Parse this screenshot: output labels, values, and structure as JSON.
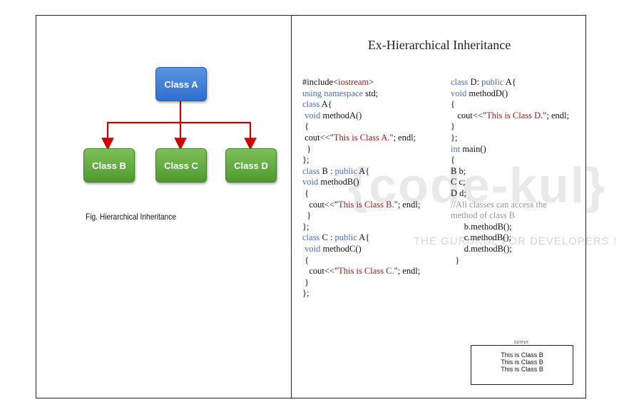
{
  "diagram": {
    "class_a": "Class A",
    "class_b": "Class B",
    "class_c": "Class C",
    "class_d": "Class D",
    "caption": "Fig. Hierarchical Inheritance",
    "colors": {
      "parent": "#3a7bd5",
      "child": "#5aa83a",
      "arrow": "#cc0000"
    }
  },
  "panel": {
    "title": "Ex-Hierarchical Inheritance",
    "watermark": "{code-kul}",
    "watermark_sub": "THE GURUKUL FOR DEVELOPERS !",
    "code_left": [
      [
        {
          "t": "#include<"
        },
        {
          "t": "iostream",
          "c": "str"
        },
        {
          "t": ">"
        }
      ],
      [
        {
          "t": "using namespace",
          "c": "kw"
        },
        {
          "t": " std;"
        }
      ],
      [
        {
          "t": "class",
          "c": "kw"
        },
        {
          "t": " A{"
        }
      ],
      [
        {
          "t": " void",
          "c": "kw"
        },
        {
          "t": " methodA()"
        }
      ],
      [
        {
          "t": " {"
        }
      ],
      [
        {
          "t": " cout<<\""
        },
        {
          "t": "This is Class A.",
          "c": "str"
        },
        {
          "t": "\"; endl;"
        }
      ],
      [
        {
          "t": "  }"
        }
      ],
      [
        {
          "t": "};"
        }
      ],
      [
        {
          "t": "class",
          "c": "kw"
        },
        {
          "t": " B : "
        },
        {
          "t": "public",
          "c": "kw"
        },
        {
          "t": " A{"
        }
      ],
      [
        {
          "t": "void",
          "c": "kw"
        },
        {
          "t": " methodB()"
        }
      ],
      [
        {
          "t": " {"
        }
      ],
      [
        {
          "t": "   cout<<\""
        },
        {
          "t": "This is Class B.",
          "c": "str"
        },
        {
          "t": "\"; endl;"
        }
      ],
      [
        {
          "t": "  }"
        }
      ],
      [
        {
          "t": "};"
        }
      ],
      [
        {
          "t": "class",
          "c": "kw"
        },
        {
          "t": " C : "
        },
        {
          "t": "public",
          "c": "kw"
        },
        {
          "t": " A{"
        }
      ],
      [
        {
          "t": " void",
          "c": "kw"
        },
        {
          "t": " methodC()"
        }
      ],
      [
        {
          "t": " {"
        }
      ],
      [
        {
          "t": "   cout<<\""
        },
        {
          "t": "This is Class C.",
          "c": "str"
        },
        {
          "t": "\"; endl;"
        }
      ],
      [
        {
          "t": " }"
        }
      ],
      [
        {
          "t": "};"
        }
      ]
    ],
    "code_right": [
      [
        {
          "t": "class",
          "c": "kw"
        },
        {
          "t": " D: "
        },
        {
          "t": "public",
          "c": "kw"
        },
        {
          "t": " A{"
        }
      ],
      [
        {
          "t": "void",
          "c": "kw"
        },
        {
          "t": " methodD()"
        }
      ],
      [
        {
          "t": "{"
        }
      ],
      [
        {
          "t": "   cout<<\""
        },
        {
          "t": "This is Class D.",
          "c": "str"
        },
        {
          "t": "\"; endl;"
        }
      ],
      [
        {
          "t": "}"
        }
      ],
      [
        {
          "t": "};"
        }
      ],
      [
        {
          "t": "int",
          "c": "kw"
        },
        {
          "t": " main()"
        }
      ],
      [
        {
          "t": "{"
        }
      ],
      [
        {
          "t": "B b;"
        }
      ],
      [
        {
          "t": "C c;"
        }
      ],
      [
        {
          "t": "D d;"
        }
      ],
      [
        {
          "t": "//All classes can access the",
          "c": "cm"
        }
      ],
      [
        {
          "t": "method of class B",
          "c": "cm"
        }
      ],
      [
        {
          "t": "      b.methodB();"
        }
      ],
      [
        {
          "t": "      c.methodB();"
        }
      ],
      [
        {
          "t": "      d.methodB();"
        }
      ],
      [
        {
          "t": "  }"
        }
      ]
    ],
    "output": {
      "label": "OUTPUT",
      "lines": [
        "This is Class B",
        "This is Class B",
        "This is Class B"
      ]
    }
  }
}
